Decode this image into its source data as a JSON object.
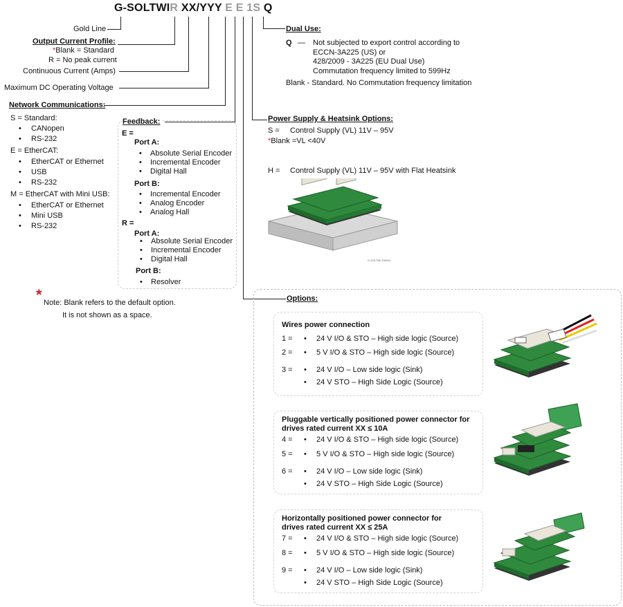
{
  "part_number": {
    "segments": [
      {
        "text": "G-SOLTWI",
        "grey": false
      },
      {
        "text": "R",
        "grey": true
      },
      {
        "text": " ",
        "grey": false
      },
      {
        "text": "XX",
        "grey": false
      },
      {
        "text": "/",
        "grey": false
      },
      {
        "text": "YYY",
        "grey": false
      },
      {
        "text": " ",
        "grey": false
      },
      {
        "text": "E",
        "grey": true
      },
      {
        "text": " ",
        "grey": false
      },
      {
        "text": "E",
        "grey": true
      },
      {
        "text": " ",
        "grey": false
      },
      {
        "text": "1",
        "grey": true
      },
      {
        "text": "S",
        "grey": true
      },
      {
        "text": " ",
        "grey": false
      },
      {
        "text": "Q",
        "grey": false
      }
    ]
  },
  "left": {
    "gold_line": "Gold Line",
    "output_current_header": "Output Current Profile:",
    "blank_standard": "Blank = Standard",
    "r_no_peak": "R = No peak current",
    "continuous_current": "Continuous Current (Amps)",
    "max_dc_voltage": "Maximum  DC Operating Voltage",
    "network_header": "Network Communications:",
    "network_groups": [
      {
        "label": "S = Standard:",
        "items": [
          "CANopen",
          "RS-232"
        ]
      },
      {
        "label": "E = EtherCAT:",
        "items": [
          "EtherCAT or Ethernet",
          "USB",
          "RS-232"
        ]
      },
      {
        "label": "M = EtherCAT with Mini USB:",
        "items": [
          "EtherCAT or Ethernet",
          "Mini USB",
          "RS-232"
        ]
      }
    ],
    "star": "*",
    "note_line1": "Note: Blank refers to the default option.",
    "note_line2": "It is not shown as a space."
  },
  "feedback": {
    "header": "Feedback:",
    "e_label": "E =",
    "e_port_a": "Port A:",
    "e_port_a_items": [
      "Absolute Serial Encoder",
      "Incremental Encoder",
      "Digital Hall"
    ],
    "e_port_b": "Port B:",
    "e_port_b_items": [
      "Incremental Encoder",
      "Analog Encoder",
      "Analog Hall"
    ],
    "r_label": "R =",
    "r_port_a": "Port A:",
    "r_port_a_items": [
      "Absolute Serial Encoder",
      "Incremental Encoder",
      "Digital Hall"
    ],
    "r_port_b": "Port B:",
    "r_port_b_items": [
      "Resolver"
    ]
  },
  "dual_use": {
    "header": "Dual Use:",
    "q_label": "Q",
    "q_dash": "—",
    "q_lines": [
      "Not subjected to export control according to",
      "ECCN-3A225 (US) or",
      "428/2009 - 3A225 (EU Dual Use)",
      "Commutation frequency limited to 599Hz"
    ],
    "blank_line": "Blank -  Standard. No Commutation frequency limitation"
  },
  "power_supply": {
    "header": "Power Supply & Heatsink Options:",
    "s_label": "S =",
    "s_text": "Control Supply (VL) 11V – 95V",
    "blank_star": "*",
    "blank_text": "Blank  =VL <40V",
    "h_label": "H =",
    "h_text": "Control Supply (VL) 11V – 95V with Flat Heatsink",
    "image_caption": "G-SOLTWI-DWHA"
  },
  "options": {
    "header": "Options:",
    "groups": [
      {
        "title_lines": [
          "Wires power connection"
        ],
        "rows": [
          {
            "num": "1  =",
            "text": "24 V I/O & STO – High side logic (Source)"
          },
          {
            "num": "2  =",
            "text": "5 V I/O & STO – High side logic (Source)"
          },
          {
            "num": "3  =",
            "text": "24 V I/O – Low side logic (Sink)"
          },
          {
            "num": "",
            "text": "24 V STO – High Side Logic (Source)"
          }
        ]
      },
      {
        "title_lines": [
          "Pluggable vertically positioned power connector for",
          "drives rated current XX ≤ 10A"
        ],
        "rows": [
          {
            "num": "4  =",
            "text": "24 V I/O & STO – High side logic (Source)"
          },
          {
            "num": "5  =",
            "text": "5 V I/O & STO – High side logic (Source)"
          },
          {
            "num": "6  =",
            "text": "24 V I/O – Low side logic (Sink)"
          },
          {
            "num": "",
            "text": "24 V STO – High Side Logic (Source)"
          }
        ]
      },
      {
        "title_lines": [
          "Horizontally positioned power connector for",
          "drives rated current XX ≤ 25A"
        ],
        "rows": [
          {
            "num": "7  =",
            "text": "24 V I/O & STO – High side logic (Source)"
          },
          {
            "num": "8  =",
            "text": "5 V I/O & STO – High side logic (Source)"
          },
          {
            "num": "9  =",
            "text": "24 V I/O – Low side logic (Sink)"
          },
          {
            "num": "",
            "text": "24 V STO – High Side Logic (Source)"
          }
        ]
      }
    ],
    "bullet": "•"
  },
  "colors": {
    "grey_char": "#9a9a9a",
    "star_red": "#c8202a",
    "pcb_green": "#2f8a3e",
    "dashed_border": "#bdbdbd"
  },
  "icons": [
    "drive-board-image",
    "heatsink-image",
    "wire-connector-image",
    "vertical-connector-image",
    "horizontal-connector-image"
  ]
}
